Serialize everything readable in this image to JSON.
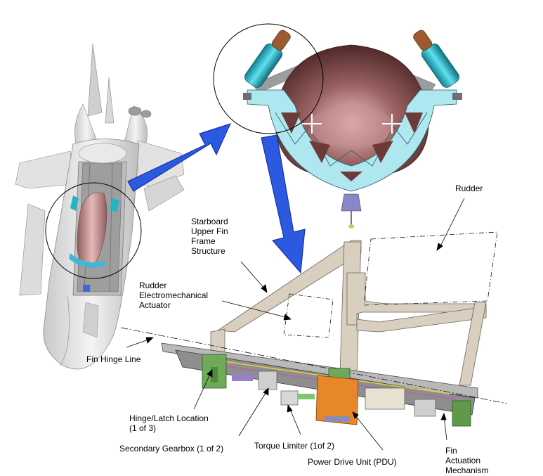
{
  "labels": {
    "rudder": "Rudder",
    "starboard_upper_fin_frame": [
      "Starboard",
      "Upper Fin",
      "Frame",
      "Structure"
    ],
    "rudder_ema": [
      "Rudder",
      "Electromechanical",
      "Actuator"
    ],
    "fin_hinge_line": "Fin Hinge Line",
    "hinge_latch": [
      "Hinge/Latch Location",
      "(1 of 3)"
    ],
    "secondary_gearbox": "Secondary Gearbox (1 of 2)",
    "torque_limiter": "Torque Limiter (1of 2)",
    "pdu": "Power Drive Unit (PDU)",
    "fin_actuation": [
      "Fin",
      "Actuation",
      "Mechanism"
    ]
  },
  "colors": {
    "arrow_blue": "#2b59e0",
    "frame_beige": "#d8cfc1",
    "cyan_structure": "#a9e6ee",
    "brown_fuel_tank": "#6e3b3b",
    "pink_tank": "#c89a9a",
    "green_hinge": "#6faa5a",
    "orange_pdu": "#e8862a",
    "orbiter_gray": "#e6e6e6"
  }
}
